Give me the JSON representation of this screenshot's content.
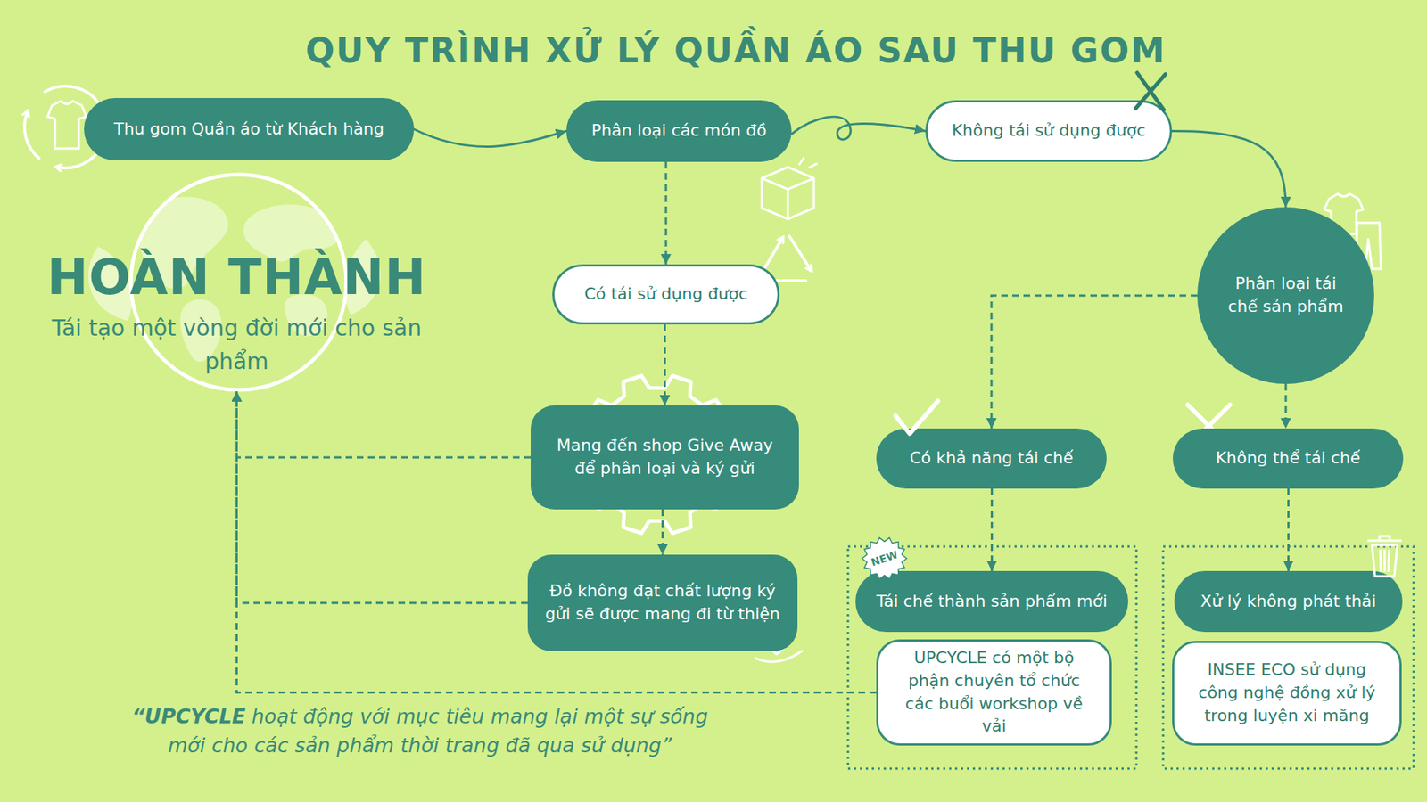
{
  "diagram": {
    "title": "QUY TRÌNH XỬ LÝ QUẦN ÁO SAU THU GOM",
    "nodes": [
      {
        "text": [
          "Thu gom Quần áo từ Khách hàng"
        ]
      },
      {
        "text": [
          "Phân loại các món đồ"
        ]
      },
      {
        "text": [
          "Không tái sử dụng được"
        ]
      },
      {
        "text": [
          "Có tái sử dụng được"
        ]
      },
      {
        "text": [
          "Mang đến shop Give Away để phân loại và ký gửi"
        ]
      },
      {
        "text": [
          "Đồ không đạt chất lượng ký gửi sẽ được mang đi từ thiện"
        ]
      },
      {
        "text": [
          "Phân loại tái chế sản phẩm"
        ]
      },
      {
        "text": [
          "Có khả năng tái chế"
        ]
      },
      {
        "text": [
          "Không thể tái chế"
        ]
      },
      {
        "text": [
          "Tái chế thành sản phẩm mới"
        ]
      },
      {
        "text": [
          "UPCYCLE có một bộ phận chuyên tổ chức các buổi workshop về vải"
        ]
      },
      {
        "text": [
          "Xử lý không phát thải"
        ]
      },
      {
        "text": [
          "INSEE ECO sử dụng công nghệ đồng xử lý trong luyện xi măng"
        ]
      },
      {
        "text": [
          "HOÀN THÀNH",
          "Tái tạo một vòng đời mới cho sản phẩm"
        ]
      }
    ],
    "edges": [
      {
        "from": 0,
        "to": 1,
        "arrow": "to"
      },
      {
        "from": 1,
        "to": 2,
        "arrow": "to"
      },
      {
        "from": 1,
        "to": 3,
        "arrow": "to"
      },
      {
        "from": 3,
        "to": 4,
        "arrow": "to"
      },
      {
        "from": 4,
        "to": 5,
        "arrow": "to"
      },
      {
        "from": 2,
        "to": 6,
        "arrow": "to"
      },
      {
        "from": 6,
        "to": 7,
        "arrow": "to"
      },
      {
        "from": 6,
        "to": 8,
        "arrow": "to"
      },
      {
        "from": 7,
        "to": 9,
        "arrow": "to"
      },
      {
        "from": 8,
        "to": 11,
        "arrow": "to"
      },
      {
        "from": 4,
        "to": 13,
        "arrow": "to"
      },
      {
        "from": 5,
        "to": 13,
        "arrow": "to"
      },
      {
        "from": 10,
        "to": 13,
        "arrow": "to"
      }
    ],
    "labels": [
      "“UPCYCLE",
      "hoạt động với mục tiêu mang lại một sự sống mới cho các sản phẩm thời trang đã qua sử dụng”",
      "NEW"
    ]
  }
}
